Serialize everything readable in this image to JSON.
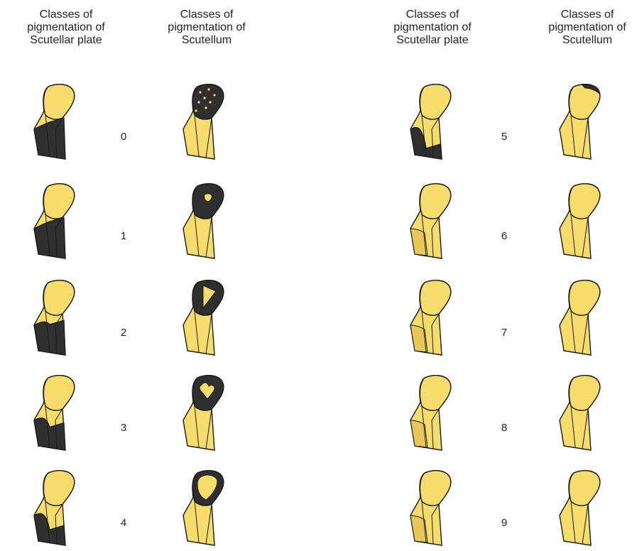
{
  "headers": [
    [
      "Classes of",
      "pigmentation of",
      "Scutellar plate"
    ],
    [
      "Classes of",
      "pigmentation of",
      "Scutellum"
    ],
    [
      "Classes of",
      "pigmentation of",
      "Scutellar plate"
    ],
    [
      "Classes of",
      "pigmentation of",
      "Scutellum"
    ]
  ],
  "colors": {
    "yellow": "#f6dc6c",
    "yellow_dark": "#e9c85a",
    "black": "#2f2f2f",
    "outline": "#1a1a1a",
    "spot": "#f4e28a"
  },
  "classes_left": [
    {
      "label": "0",
      "plate_dark": 1.0,
      "scut": "spotted"
    },
    {
      "label": "1",
      "plate_dark": 0.9,
      "scut": "small-hole"
    },
    {
      "label": "2",
      "plate_dark": 0.7,
      "scut": "wedge"
    },
    {
      "label": "3",
      "plate_dark": 0.55,
      "scut": "heart"
    },
    {
      "label": "4",
      "plate_dark": 0.4,
      "scut": "ring"
    }
  ],
  "classes_right": [
    {
      "label": "5",
      "plate_dark": 0.3,
      "scut": "tip"
    },
    {
      "label": "6",
      "plate_dark": 0.0,
      "scut": "none"
    },
    {
      "label": "7",
      "plate_dark": 0.0,
      "scut": "none"
    },
    {
      "label": "8",
      "plate_dark": 0.0,
      "scut": "none"
    },
    {
      "label": "9",
      "plate_dark": 0.0,
      "scut": "none"
    }
  ]
}
